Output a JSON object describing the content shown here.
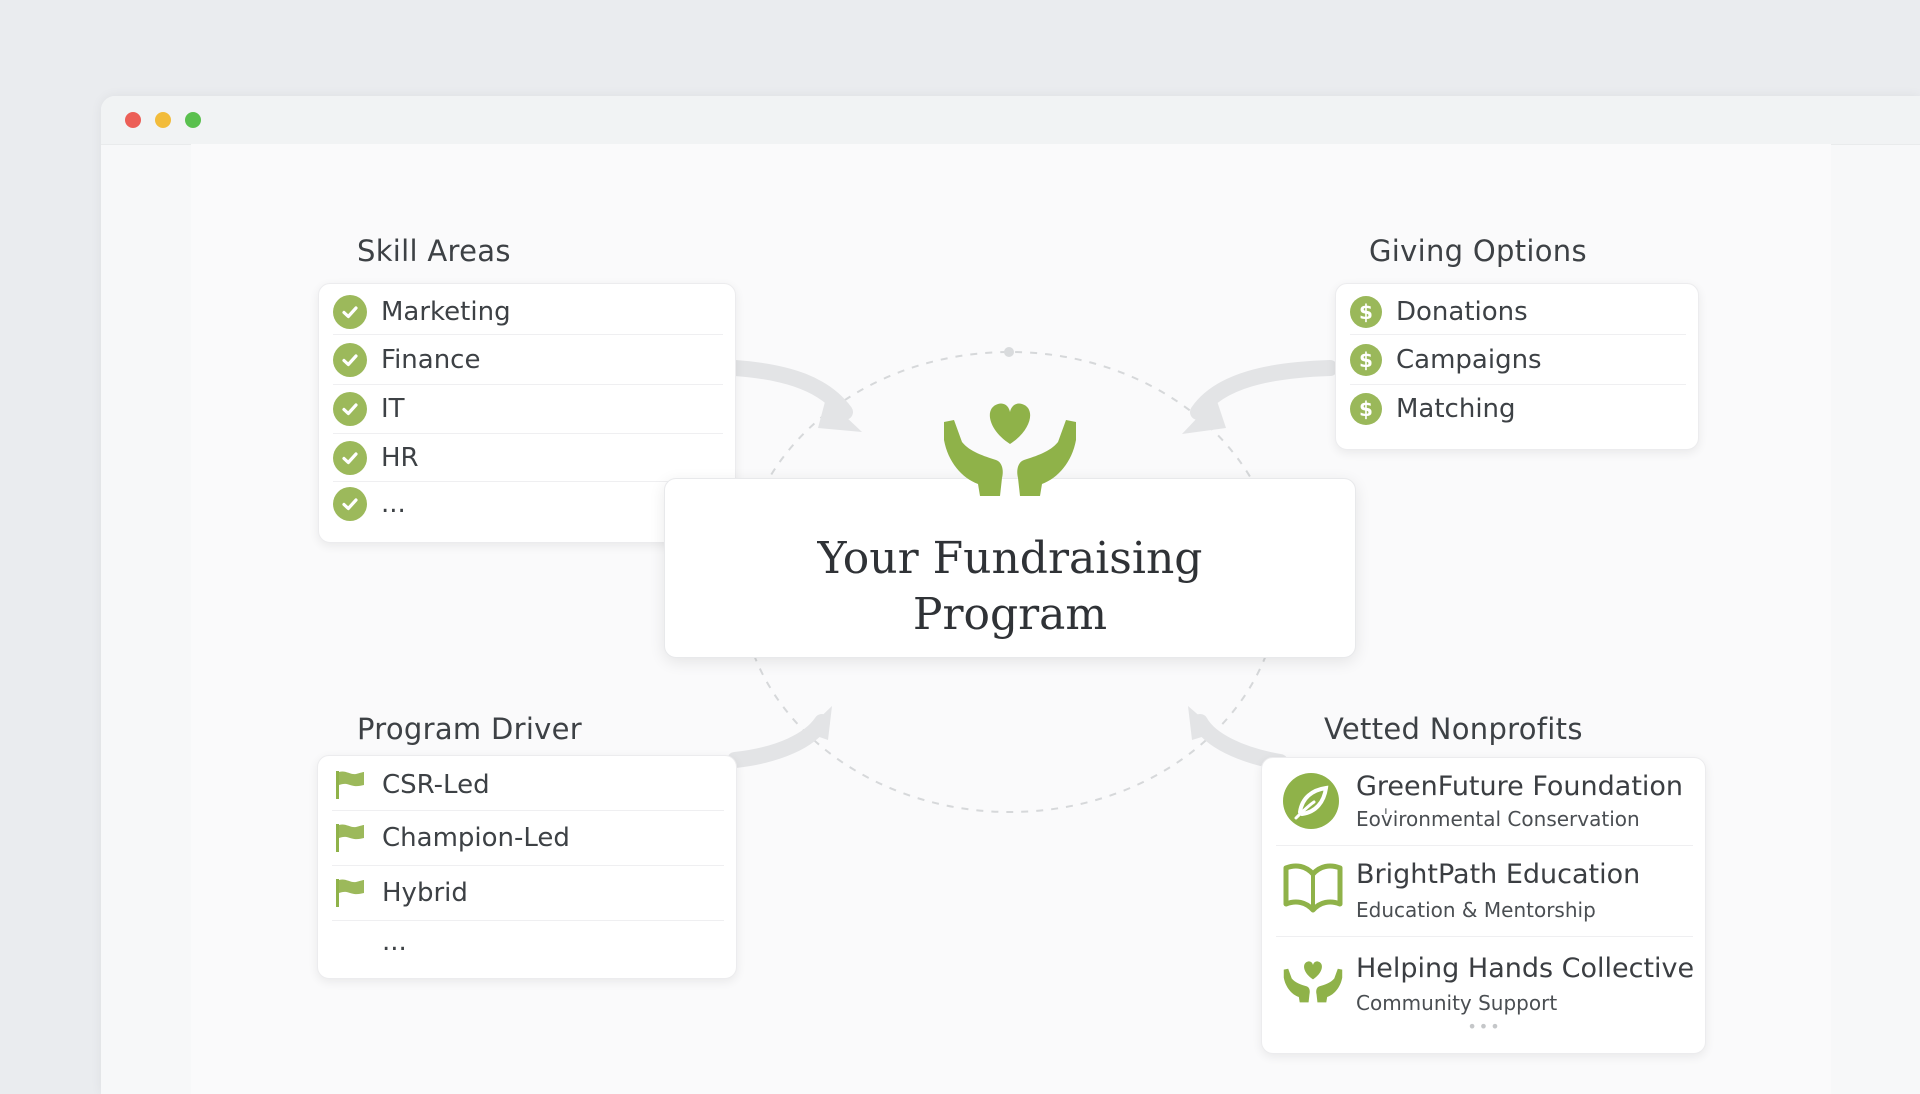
{
  "window": {
    "controls": [
      "close",
      "minimize",
      "maximize"
    ]
  },
  "center": {
    "title_line1": "Your Fundraising",
    "title_line2": "Program",
    "icon": "heart-hands-icon"
  },
  "skill_areas": {
    "title": "Skill Areas",
    "items": [
      {
        "label": "Marketing",
        "icon": "check-circle-icon"
      },
      {
        "label": "Finance",
        "icon": "check-circle-icon"
      },
      {
        "label": "IT",
        "icon": "check-circle-icon"
      },
      {
        "label": "HR",
        "icon": "check-circle-icon"
      },
      {
        "label": "...",
        "icon": "check-circle-icon"
      }
    ]
  },
  "giving_options": {
    "title": "Giving Options",
    "items": [
      {
        "label": "Donations",
        "icon": "dollar-coin-icon"
      },
      {
        "label": "Campaigns",
        "icon": "dollar-coin-icon"
      },
      {
        "label": "Matching",
        "icon": "dollar-coin-icon"
      }
    ]
  },
  "program_driver": {
    "title": "Program Driver",
    "items": [
      {
        "label": "CSR-Led",
        "icon": "flag-icon"
      },
      {
        "label": "Champion-Led",
        "icon": "flag-icon"
      },
      {
        "label": "Hybrid",
        "icon": "flag-icon"
      },
      {
        "label": "...",
        "icon": ""
      }
    ]
  },
  "vetted_nonprofits": {
    "title": "Vetted Nonprofits",
    "items": [
      {
        "name": "GreenFuture Foundation",
        "category": "Eoٰvironmental Conservation",
        "icon": "leaf-circle-icon"
      },
      {
        "name": "BrightPath Education",
        "category": "Education & Mentorship",
        "icon": "open-book-icon"
      },
      {
        "name": "Helping Hands Collective",
        "category": "Community Support",
        "icon": "heart-hands-icon"
      }
    ],
    "more": "•••"
  },
  "colors": {
    "accent": "#9cb95b",
    "accent_dark": "#7ea03f",
    "arrow": "#e4e5e7"
  }
}
